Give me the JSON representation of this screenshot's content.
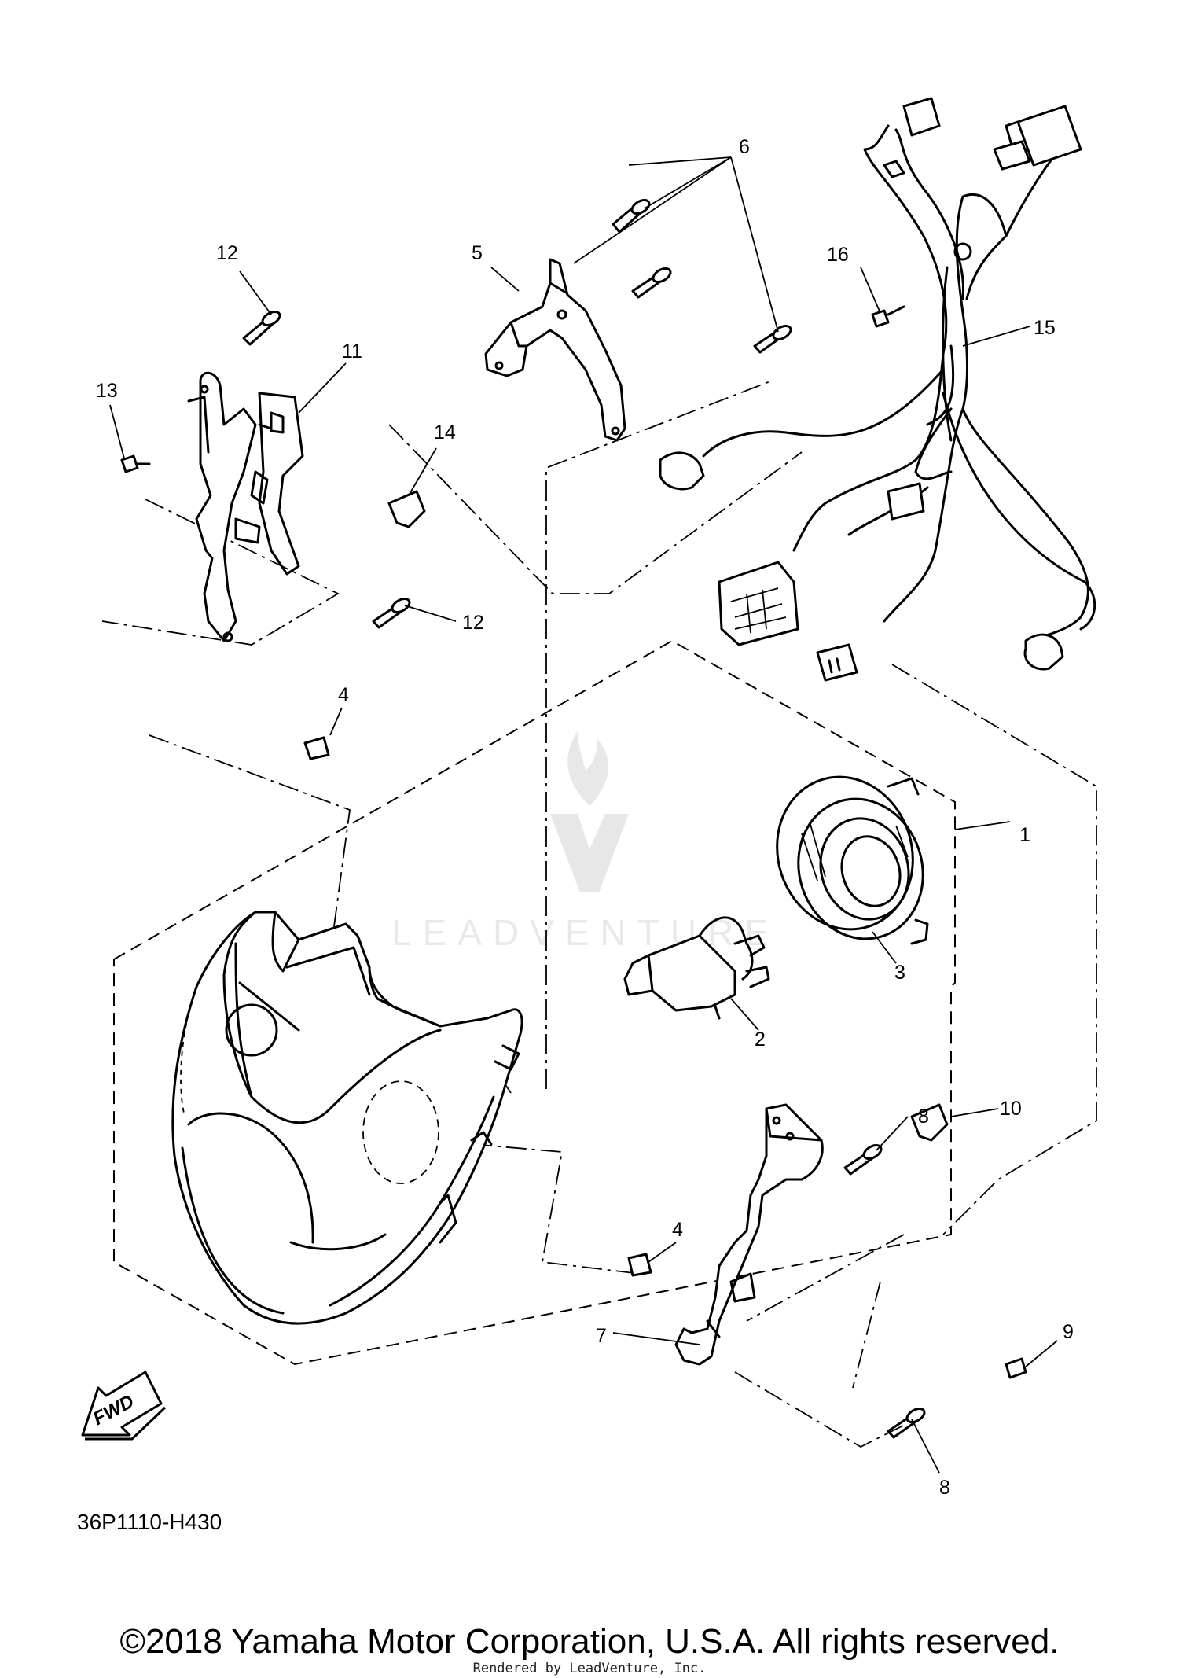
{
  "callouts": [
    {
      "id": "1",
      "label": "1"
    },
    {
      "id": "2",
      "label": "2"
    },
    {
      "id": "3",
      "label": "3"
    },
    {
      "id": "4a",
      "label": "4"
    },
    {
      "id": "4b",
      "label": "4"
    },
    {
      "id": "5",
      "label": "5"
    },
    {
      "id": "6",
      "label": "6"
    },
    {
      "id": "7",
      "label": "7"
    },
    {
      "id": "8a",
      "label": "8"
    },
    {
      "id": "8b",
      "label": "8"
    },
    {
      "id": "9",
      "label": "9"
    },
    {
      "id": "10",
      "label": "10"
    },
    {
      "id": "11",
      "label": "11"
    },
    {
      "id": "12a",
      "label": "12"
    },
    {
      "id": "12b",
      "label": "12"
    },
    {
      "id": "13",
      "label": "13"
    },
    {
      "id": "14",
      "label": "14"
    },
    {
      "id": "15",
      "label": "15"
    },
    {
      "id": "16",
      "label": "16"
    }
  ],
  "fwd_label": "FWD",
  "reference_code": "36P1110-H430",
  "watermark_text": "LEADVENTURE",
  "copyright": "©2018 Yamaha Motor Corporation, U.S.A. All rights reserved.",
  "rendered_by": "Rendered by LeadVenture, Inc.",
  "colors": {
    "ink": "#000000",
    "background": "#ffffff",
    "watermark": "#d8d8d8"
  }
}
